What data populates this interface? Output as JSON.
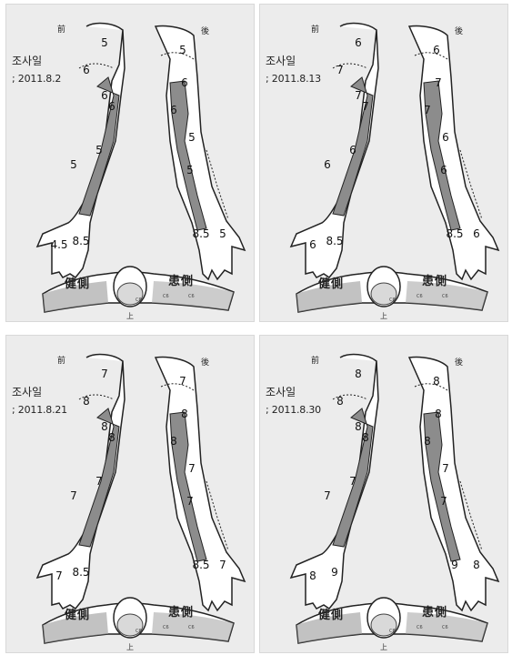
{
  "labels": {
    "front": "前",
    "back": "後",
    "survey_date_label": "조사일",
    "healthy_side": "健側",
    "affected_side": "患側",
    "top": "上",
    "spine_levels": [
      "C6",
      "C6",
      "C6"
    ]
  },
  "panels": [
    {
      "date": "; 2011.8.2",
      "front_values": {
        "shoulder": "5",
        "upper_arm": "6",
        "inner_arm_a": "6",
        "inner_arm_b": "6",
        "forearm_mid": "5",
        "forearm_side": "5",
        "hand": "4.5",
        "wrist": "8.5"
      },
      "back_values": {
        "shoulder": "5",
        "upper_arm": "6",
        "inner_arm": "6",
        "forearm_a": "5",
        "forearm_b": "5",
        "wrist": "8.5",
        "hand": "5"
      }
    },
    {
      "date": "; 2011.8.13",
      "front_values": {
        "shoulder": "6",
        "upper_arm": "7",
        "inner_arm_a": "7",
        "inner_arm_b": "7",
        "forearm_mid": "6",
        "forearm_side": "6",
        "hand": "6",
        "wrist": "8.5"
      },
      "back_values": {
        "shoulder": "6",
        "upper_arm": "7",
        "inner_arm": "7",
        "forearm_a": "6",
        "forearm_b": "6",
        "wrist": "8.5",
        "hand": "6"
      }
    },
    {
      "date": "; 2011.8.21",
      "front_values": {
        "shoulder": "7",
        "upper_arm": "8",
        "inner_arm_a": "8",
        "inner_arm_b": "8",
        "forearm_mid": "7",
        "forearm_side": "7",
        "hand": "7",
        "wrist": "8.5"
      },
      "back_values": {
        "shoulder": "7",
        "upper_arm": "8",
        "inner_arm": "8",
        "forearm_a": "7",
        "forearm_b": "7",
        "wrist": "8.5",
        "hand": "7"
      }
    },
    {
      "date": "; 2011.8.30",
      "front_values": {
        "shoulder": "8",
        "upper_arm": "8",
        "inner_arm_a": "8",
        "inner_arm_b": "8",
        "forearm_mid": "7",
        "forearm_side": "7",
        "hand": "8",
        "wrist": "9"
      },
      "back_values": {
        "shoulder": "8",
        "upper_arm": "8",
        "inner_arm": "8",
        "forearm_a": "7",
        "forearm_b": "7",
        "wrist": "9",
        "hand": "8"
      }
    }
  ],
  "colors": {
    "panel_bg": "#ececec",
    "shaded_zone": "#8c8c8c",
    "skin": "#ffffff",
    "outline": "#222222",
    "body_shading": "#9a9a9a"
  }
}
